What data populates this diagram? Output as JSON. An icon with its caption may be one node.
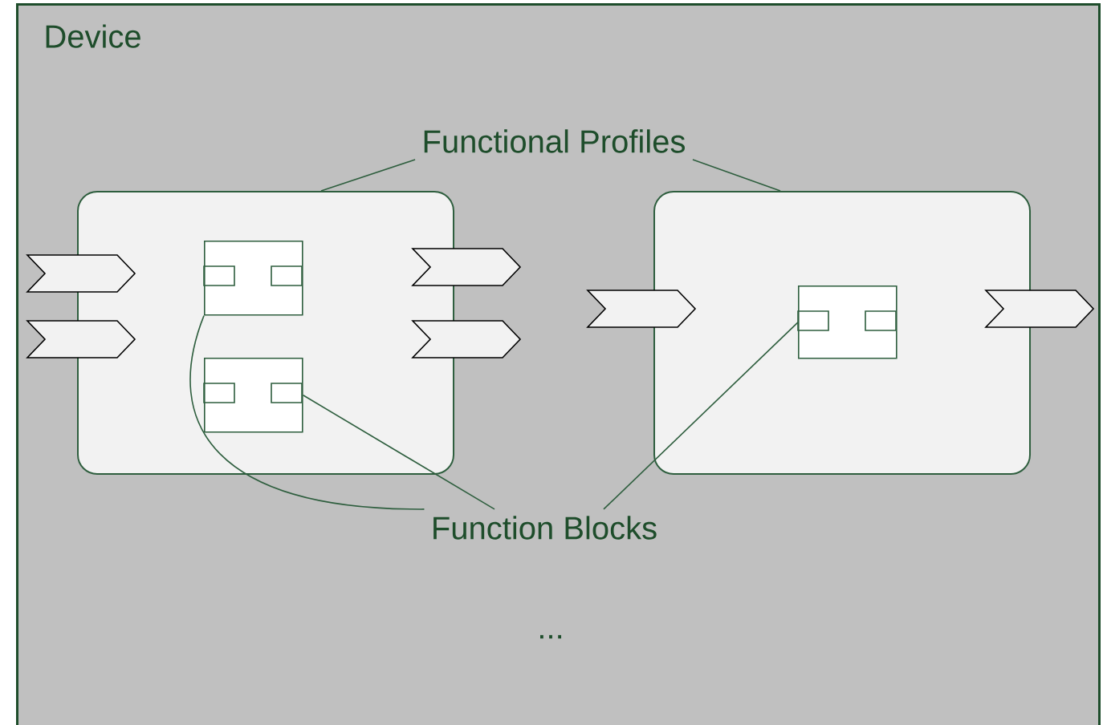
{
  "diagram": {
    "nodes": [
      {
        "text": [
          "Device"
        ]
      },
      {
        "text": [
          "Functional Profiles"
        ],
        "in": 0
      },
      {
        "text": [],
        "shape": "box",
        "in": 0
      },
      {
        "text": [],
        "shape": "box",
        "in": 0
      },
      {
        "text": [],
        "shape": "box",
        "in": 2
      },
      {
        "text": [],
        "shape": "box",
        "in": 2
      },
      {
        "text": [],
        "shape": "box",
        "in": 3
      },
      {
        "text": [
          "Function Blocks"
        ],
        "in": 0
      }
    ],
    "edges": [
      {
        "from": 1,
        "to": 2,
        "arrow": "none"
      },
      {
        "from": 1,
        "to": 3,
        "arrow": "none"
      },
      {
        "from": 7,
        "to": 4,
        "arrow": "none"
      },
      {
        "from": 7,
        "to": 5,
        "arrow": "none"
      },
      {
        "from": 7,
        "to": 6,
        "arrow": "none"
      }
    ],
    "labels": [
      "..."
    ]
  }
}
